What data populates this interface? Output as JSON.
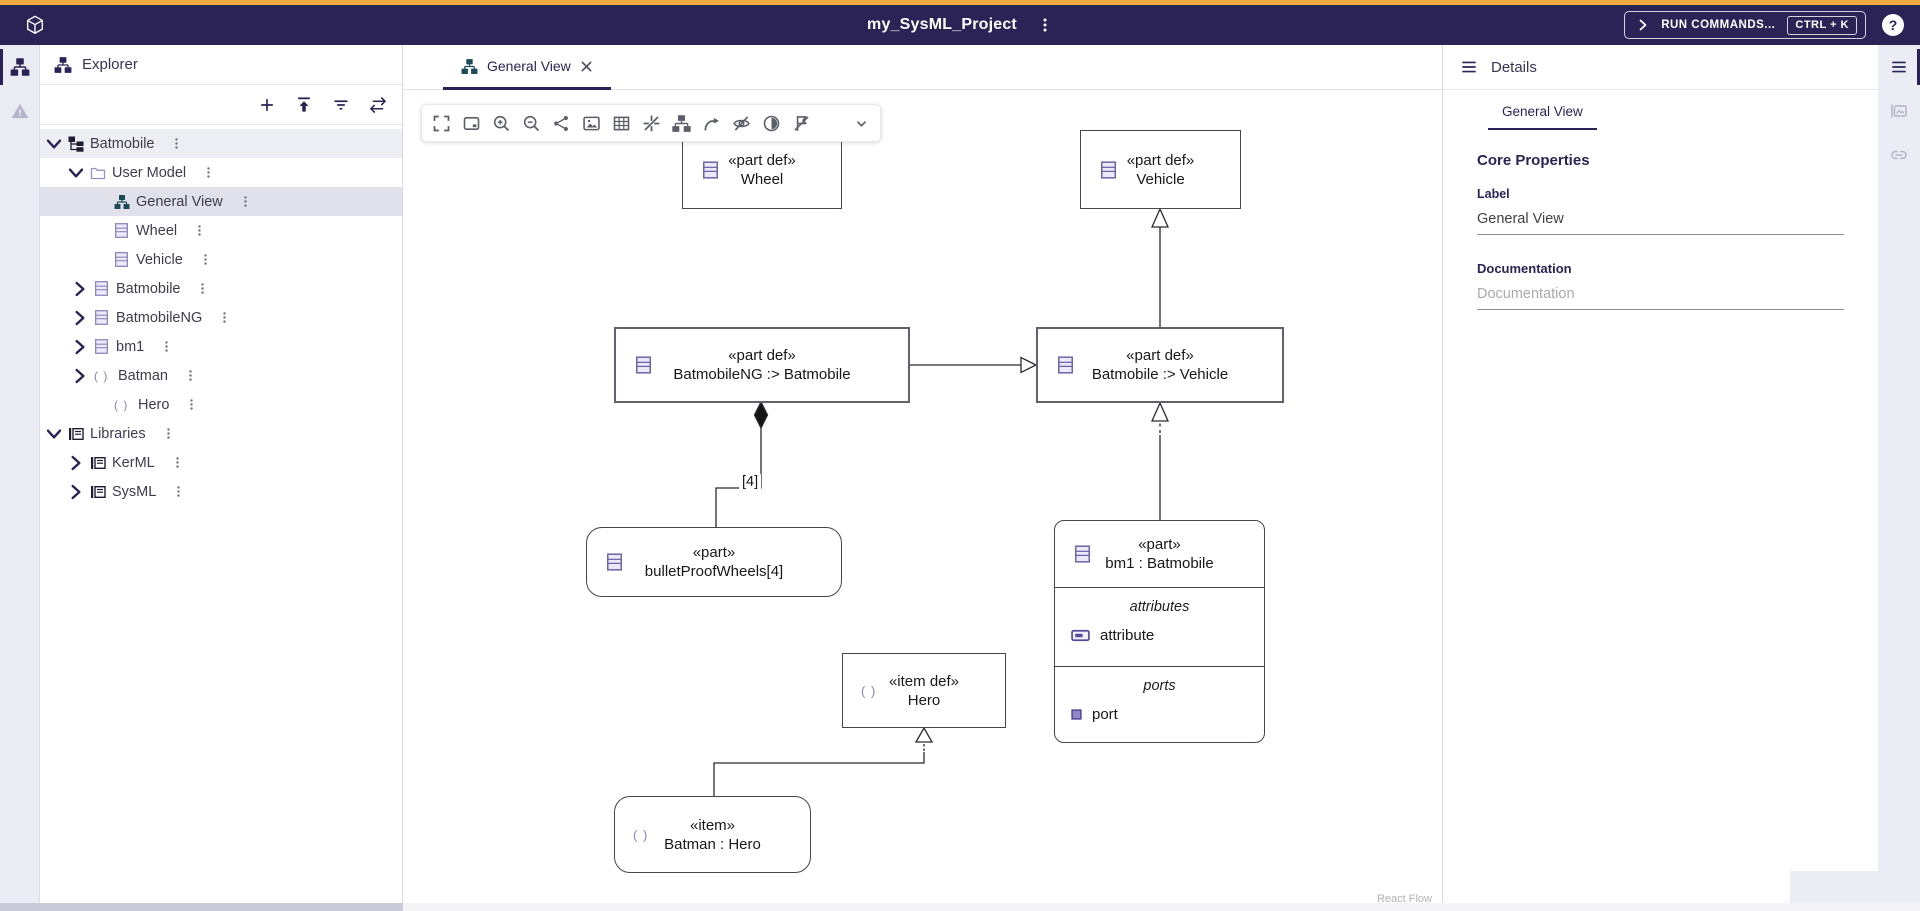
{
  "app": {
    "title": "my_SysML_Project",
    "topbar": {
      "run_commands": {
        "label": "RUN COMMANDS...",
        "shortcut": "CTRL + K"
      }
    },
    "colors": {
      "accent": "#eeab40",
      "topbar": "#2b2356",
      "selection": "#e1e1ec"
    },
    "icons": [
      "cube-logo-icon",
      "kebab-menu-icon",
      "help-icon"
    ]
  },
  "left_rail": {
    "icons": [
      "explorer-tree-icon",
      "validation-warning-icon"
    ]
  },
  "explorer": {
    "title": "Explorer",
    "toolbar_icons": [
      "add-icon",
      "expand-all-icon",
      "filter-icon",
      "sync-icon"
    ],
    "tree": [
      {
        "label": "Batmobile",
        "icon": "project-icon",
        "level": 0,
        "expanded": true
      },
      {
        "label": "User Model",
        "icon": "folder-icon",
        "level": 1,
        "expanded": true
      },
      {
        "label": "General View",
        "icon": "diagram-icon",
        "level": 2,
        "selected": true
      },
      {
        "label": "Wheel",
        "icon": "classifier-icon",
        "level": 2
      },
      {
        "label": "Vehicle",
        "icon": "classifier-icon",
        "level": 2
      },
      {
        "label": "Batmobile",
        "icon": "classifier-icon",
        "level": 2,
        "collapsed": true
      },
      {
        "label": "BatmobileNG",
        "icon": "classifier-icon",
        "level": 2,
        "collapsed": true
      },
      {
        "label": "bm1",
        "icon": "classifier-icon",
        "level": 2,
        "collapsed": true
      },
      {
        "label": "Batman",
        "icon": "item-icon",
        "level": 2,
        "collapsed": true
      },
      {
        "label": "Hero",
        "icon": "item-icon",
        "level": 2
      },
      {
        "label": "Libraries",
        "icon": "library-icon",
        "level": 0,
        "expanded": true
      },
      {
        "label": "KerML",
        "icon": "library-icon",
        "level": 1,
        "collapsed": true
      },
      {
        "label": "SysML",
        "icon": "library-icon",
        "level": 1,
        "collapsed": true
      }
    ]
  },
  "canvas": {
    "tab": "General View",
    "attribution": "React Flow",
    "toolbar_icons": [
      "fullscreen-icon",
      "fit-view-icon",
      "zoom-in-icon",
      "zoom-out-icon",
      "share-icon",
      "export-image-icon",
      "grid-icon",
      "snap-icon",
      "arrange-icon",
      "reroute-icon",
      "hide-icon",
      "fade-icon",
      "unpin-icon",
      "filter-icon",
      "chevron-down-icon"
    ],
    "nodes": {
      "wheel": {
        "stereotype": "«part def»",
        "name": "Wheel"
      },
      "vehicle": {
        "stereotype": "«part def»",
        "name": "Vehicle"
      },
      "batmobileNG": {
        "stereotype": "«part def»",
        "name": "BatmobileNG :> Batmobile"
      },
      "batmobile": {
        "stereotype": "«part def»",
        "name": "Batmobile :> Vehicle"
      },
      "bulletProofWheels": {
        "stereotype": "«part»",
        "name": "bulletProofWheels[4]"
      },
      "bm1": {
        "stereotype": "«part»",
        "name": "bm1 : Batmobile",
        "compartments": [
          {
            "label": "attributes",
            "items": [
              {
                "icon": "attribute-icon",
                "label": "attribute"
              }
            ]
          },
          {
            "label": "ports",
            "items": [
              {
                "icon": "port-icon",
                "label": "port"
              }
            ]
          }
        ]
      },
      "hero": {
        "stereotype": "«item def»",
        "name": "Hero"
      },
      "batman": {
        "stereotype": "«item»",
        "name": "Batman : Hero"
      }
    },
    "edge_labels": {
      "composition_multiplicity": "[4]"
    }
  },
  "details": {
    "title": "Details",
    "tab": "General View",
    "core_properties": "Core Properties",
    "label_field": {
      "label": "Label",
      "value": "General View"
    },
    "documentation": {
      "label": "Documentation",
      "placeholder": "Documentation"
    },
    "rail_icons": [
      "details-menu-icon",
      "representations-icon",
      "related-links-icon"
    ]
  }
}
